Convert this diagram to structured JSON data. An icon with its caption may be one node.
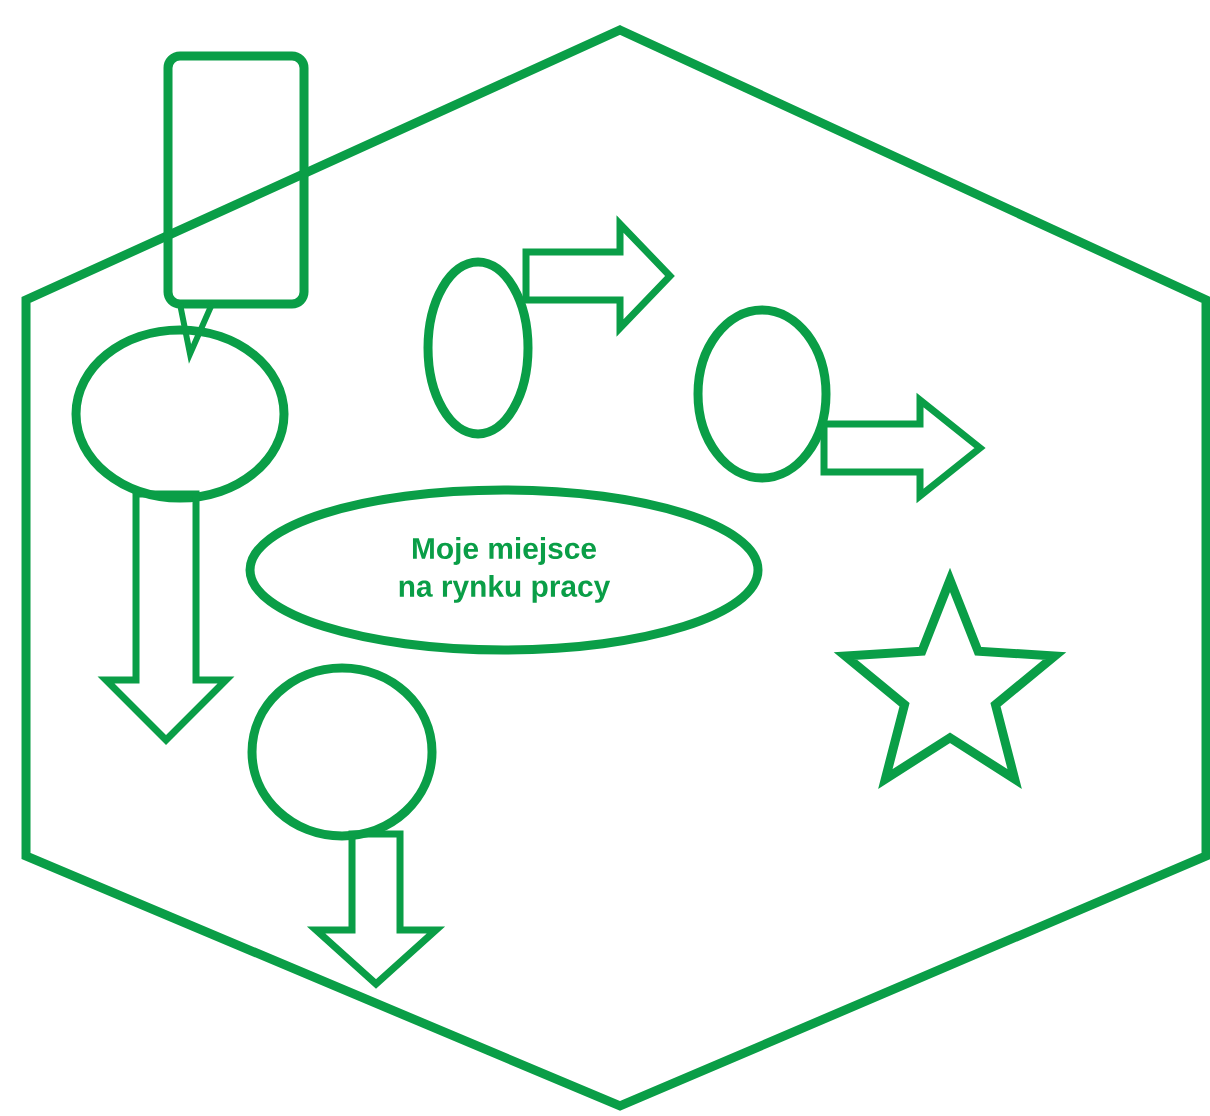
{
  "diagram": {
    "nodes": [
      {
        "text": [],
        "shape": "hexagon"
      },
      {
        "text": [],
        "shape": "callout"
      },
      {
        "text": [],
        "shape": "ellipse",
        "in": 0
      },
      {
        "text": [],
        "shape": "ellipse",
        "in": 0
      },
      {
        "text": [],
        "shape": "ellipse",
        "in": 0
      },
      {
        "text": [
          "Moje miejsce na rynku pracy"
        ],
        "in": 0
      },
      {
        "text": [],
        "shape": "ellipse",
        "in": 0
      },
      {
        "text": [],
        "shape": "star",
        "in": 0
      }
    ],
    "edges": [
      {
        "from": 2,
        "to": null,
        "arrow": "to"
      },
      {
        "from": 3,
        "to": null,
        "arrow": "to"
      },
      {
        "from": 4,
        "to": null,
        "arrow": "to"
      },
      {
        "from": 6,
        "to": null,
        "arrow": "to"
      }
    ]
  }
}
